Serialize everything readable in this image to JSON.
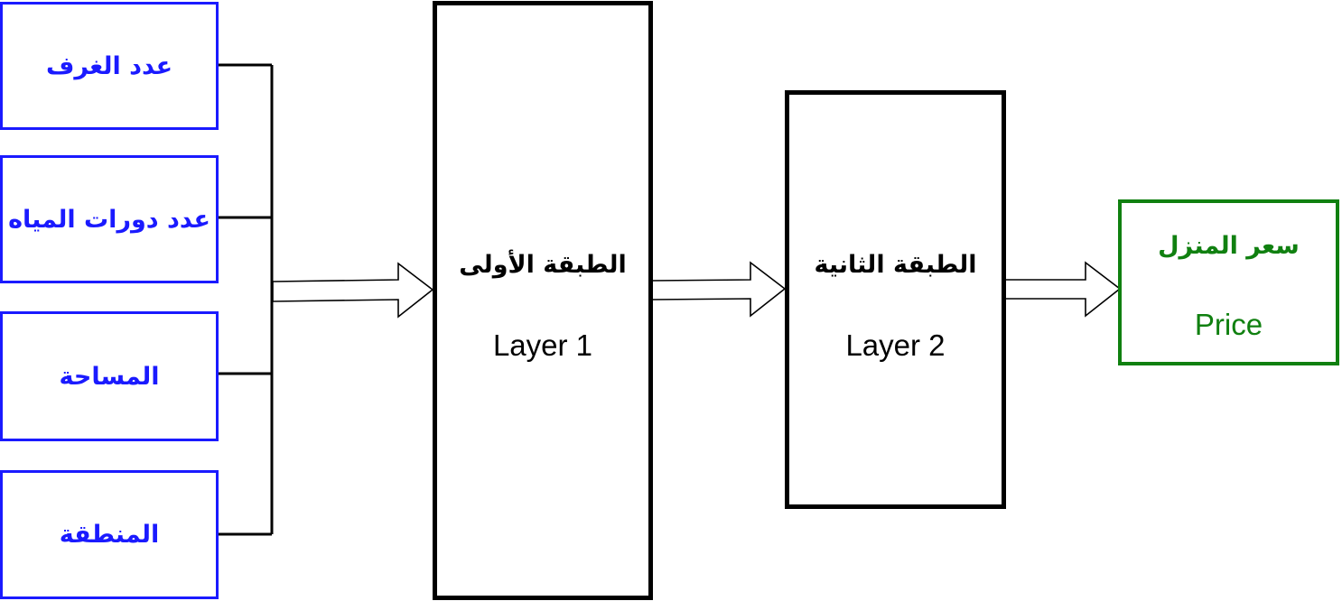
{
  "inputs": [
    {
      "label": "عدد الغرف"
    },
    {
      "label": "عدد دورات المياه"
    },
    {
      "label": "المساحة"
    },
    {
      "label": "المنطقة"
    }
  ],
  "layer1": {
    "label_ar": "الطبقة الأولى",
    "label_en": "Layer 1"
  },
  "layer2": {
    "label_ar": "الطبقة الثانية",
    "label_en": "Layer 2"
  },
  "output": {
    "label_ar": "سعر المنزل",
    "label_en": "Price"
  },
  "colors": {
    "input": "#1a1aff",
    "layer": "#000000",
    "output": "#108010"
  }
}
